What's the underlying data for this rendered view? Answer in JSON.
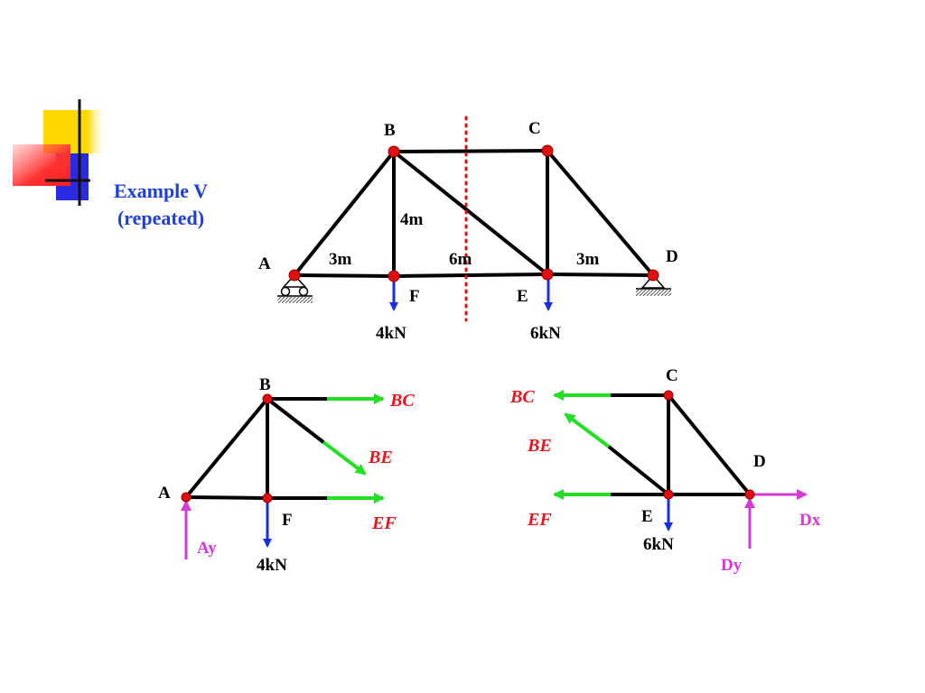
{
  "title": {
    "line1": "Example V",
    "line2": "(repeated)"
  },
  "colors": {
    "title": "#1f3fd6",
    "member": "#000000",
    "joint": "#e01010",
    "load_arrow": "#1a2ee0",
    "member_force_arrow": "#22e022",
    "member_force_label": "#e8141e",
    "reaction": "#d63ad6",
    "section_cut": "#e01010"
  },
  "truss": {
    "joints": {
      "A": "A",
      "B": "B",
      "C": "C",
      "D": "D",
      "E": "E",
      "F": "F"
    },
    "dimensions": {
      "AF": "3m",
      "FE": "6m",
      "ED": "3m",
      "height": "4m"
    },
    "loads": {
      "F": "4kN",
      "E": "6kN"
    },
    "supports": [
      "roller-support-icon",
      "pin-support-icon"
    ],
    "section_cut": "dotted-section-line"
  },
  "left_fbd": {
    "joints": {
      "A": "A",
      "B": "B",
      "F": "F"
    },
    "member_forces": {
      "BC": "BC",
      "BE": "BE",
      "EF": "EF"
    },
    "reaction": "Ay",
    "load": "4kN"
  },
  "right_fbd": {
    "joints": {
      "C": "C",
      "D": "D",
      "E": "E"
    },
    "member_forces": {
      "BC": "BC",
      "BE": "BE",
      "EF": "EF"
    },
    "reactions": {
      "Dx": "Dx",
      "Dy": "Dy"
    },
    "load": "6kN"
  }
}
